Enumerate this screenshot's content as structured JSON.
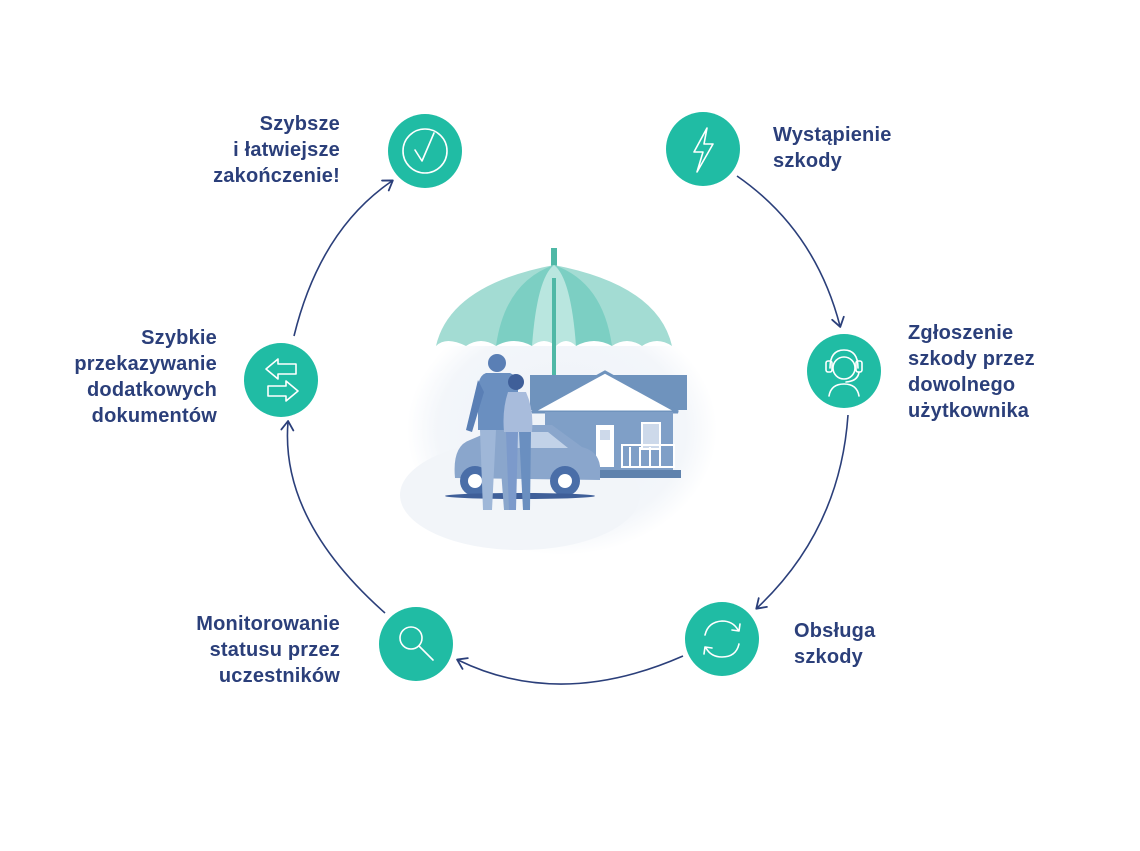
{
  "colors": {
    "accent_teal": "#20bca4",
    "text_navy": "#2b3f7a",
    "arrow_navy": "#2b3f7a",
    "umbrella_teal": "#7ccfc3",
    "house_blue": "#6f93bd",
    "car_blue": "#8aa6cc"
  },
  "steps": [
    {
      "icon": "lightning-icon",
      "lines": [
        "Wystąpienie",
        "szkody"
      ]
    },
    {
      "icon": "headset-icon",
      "lines": [
        "Zgłoszenie",
        "szkody przez",
        "dowolnego",
        "użytkownika"
      ]
    },
    {
      "icon": "refresh-icon",
      "lines": [
        "Obsługa",
        "szkody"
      ]
    },
    {
      "icon": "magnifier-icon",
      "lines": [
        "Monitorowanie",
        "statusu przez",
        "uczestników"
      ]
    },
    {
      "icon": "exchange-arrows-icon",
      "lines": [
        "Szybkie",
        "przekazywanie",
        "dodatkowych",
        "dokumentów"
      ]
    },
    {
      "icon": "checkmark-icon",
      "lines": [
        "Szybsze",
        "i łatwiejsze",
        "zakończenie!"
      ]
    }
  ],
  "center_illustration": {
    "icon": "umbrella-family-house-car-illustration"
  }
}
